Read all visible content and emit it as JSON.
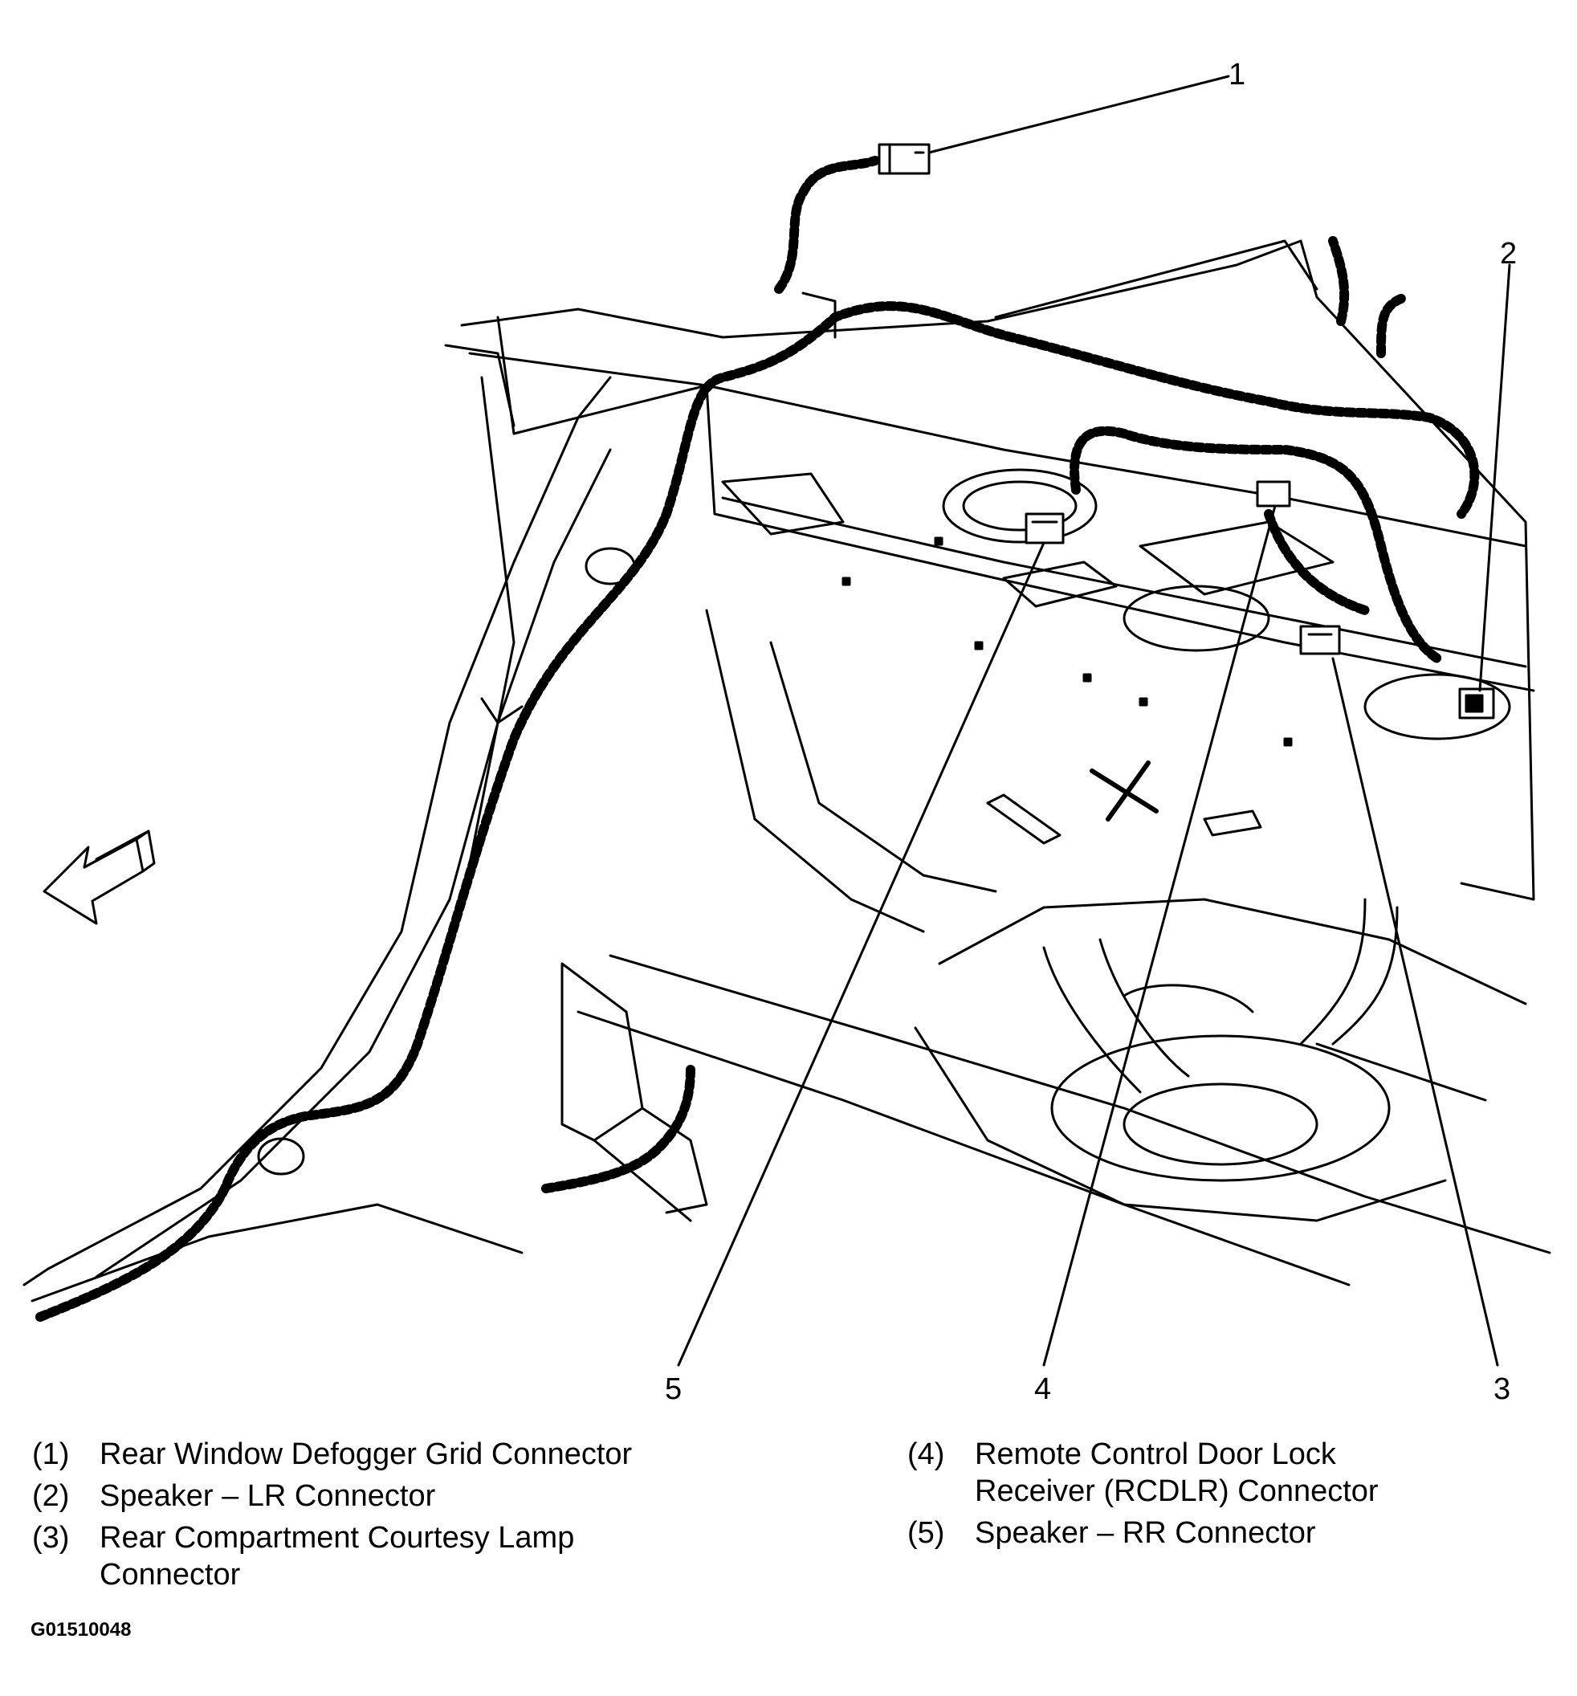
{
  "callouts": [
    {
      "num": "1",
      "label": "Rear Window Defogger Grid Connector"
    },
    {
      "num": "2",
      "label": "Speaker – LR Connector"
    },
    {
      "num": "3",
      "label": "Rear Compartment Courtesy Lamp Connector"
    },
    {
      "num": "4",
      "label": "Remote Control Door Lock Receiver (RCDLR) Connector"
    },
    {
      "num": "5",
      "label": "Speaker – RR Connector"
    }
  ],
  "legend": {
    "left": [
      {
        "num": "(1)",
        "text": "Rear Window Defogger Grid Connector"
      },
      {
        "num": "(2)",
        "text": "Speaker – LR Connector"
      },
      {
        "num": "(3)",
        "text": "Rear Compartment Courtesy Lamp\nConnector"
      }
    ],
    "right": [
      {
        "num": "(4)",
        "text": "Remote Control Door Lock\nReceiver (RCDLR) Connector"
      },
      {
        "num": "(5)",
        "text": "Speaker – RR Connector"
      }
    ]
  },
  "figure_id": "G01510048",
  "icons": {
    "direction_arrow": "front-direction-arrow-icon"
  }
}
